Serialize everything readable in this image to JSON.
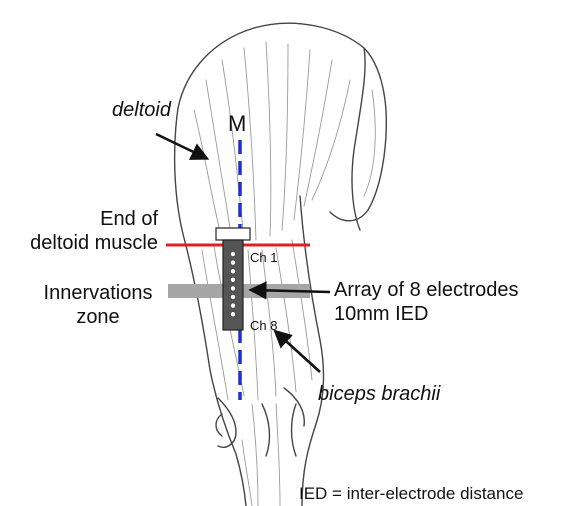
{
  "labels": {
    "deltoid": "deltoid",
    "midline": "M",
    "end_of_deltoid_line1": "End of",
    "end_of_deltoid_line2": "deltoid muscle",
    "innervation_line1": "Innervations",
    "innervation_line2": "zone",
    "channel_first": "Ch 1",
    "channel_last": "Ch 8",
    "array_line1": "Array of 8 electrodes",
    "array_line2": "10mm IED",
    "biceps": "biceps brachii",
    "footnote": "IED = inter-electrode distance"
  },
  "electrode_count": 8,
  "colors": {
    "midline": "#1f2fd0",
    "end_of_deltoid_line": "#e02020",
    "innervation_zone": "#a6a6a6",
    "electrode_array": "#555555",
    "outline": "#444444",
    "muscle_fibers": "#9a9a9a"
  }
}
